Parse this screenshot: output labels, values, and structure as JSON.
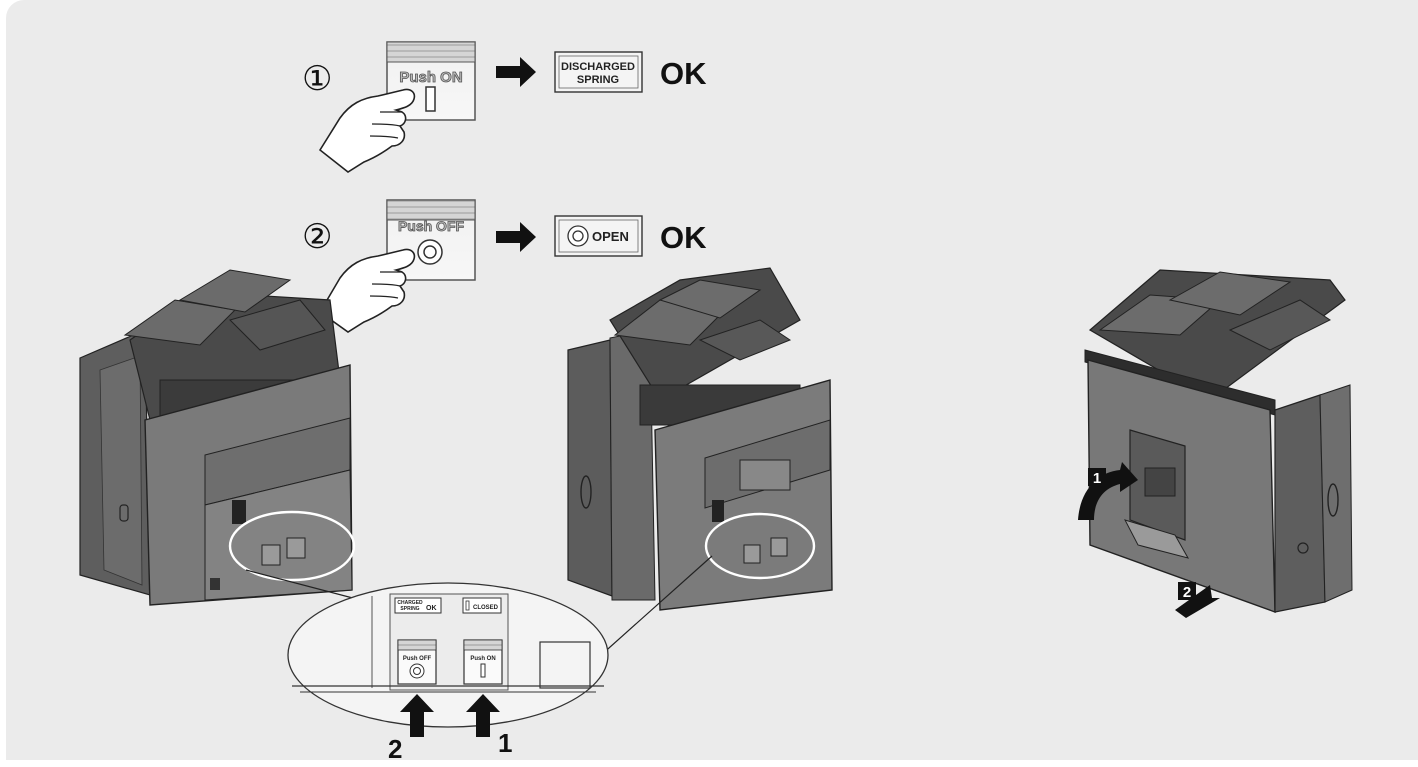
{
  "step1": {
    "marker": "①",
    "panel_label": "Push ON",
    "result_label_line1": "DISCHARGED",
    "result_label_line2": "SPRING",
    "result_status": "OK"
  },
  "step2": {
    "marker": "②",
    "panel_label": "Push OFF",
    "result_label": "OPEN",
    "result_status": "OK"
  },
  "detail": {
    "indicator_left_line1": "CHARGED",
    "indicator_left_line2": "SPRING",
    "indicator_left_ok": "OK",
    "indicator_right": "CLOSED",
    "button_left_label": "Push OFF",
    "button_right_label": "Push ON",
    "arrow_left_number": "2",
    "arrow_right_number": "1"
  },
  "right_unit": {
    "badge_1": "1",
    "badge_2": "2"
  },
  "colors": {
    "background": "#ebebeb",
    "breaker_body": "#7a7a7a",
    "breaker_dark": "#3a3a3a",
    "breaker_side": "#5e5e5e",
    "arrow": "#111111"
  }
}
